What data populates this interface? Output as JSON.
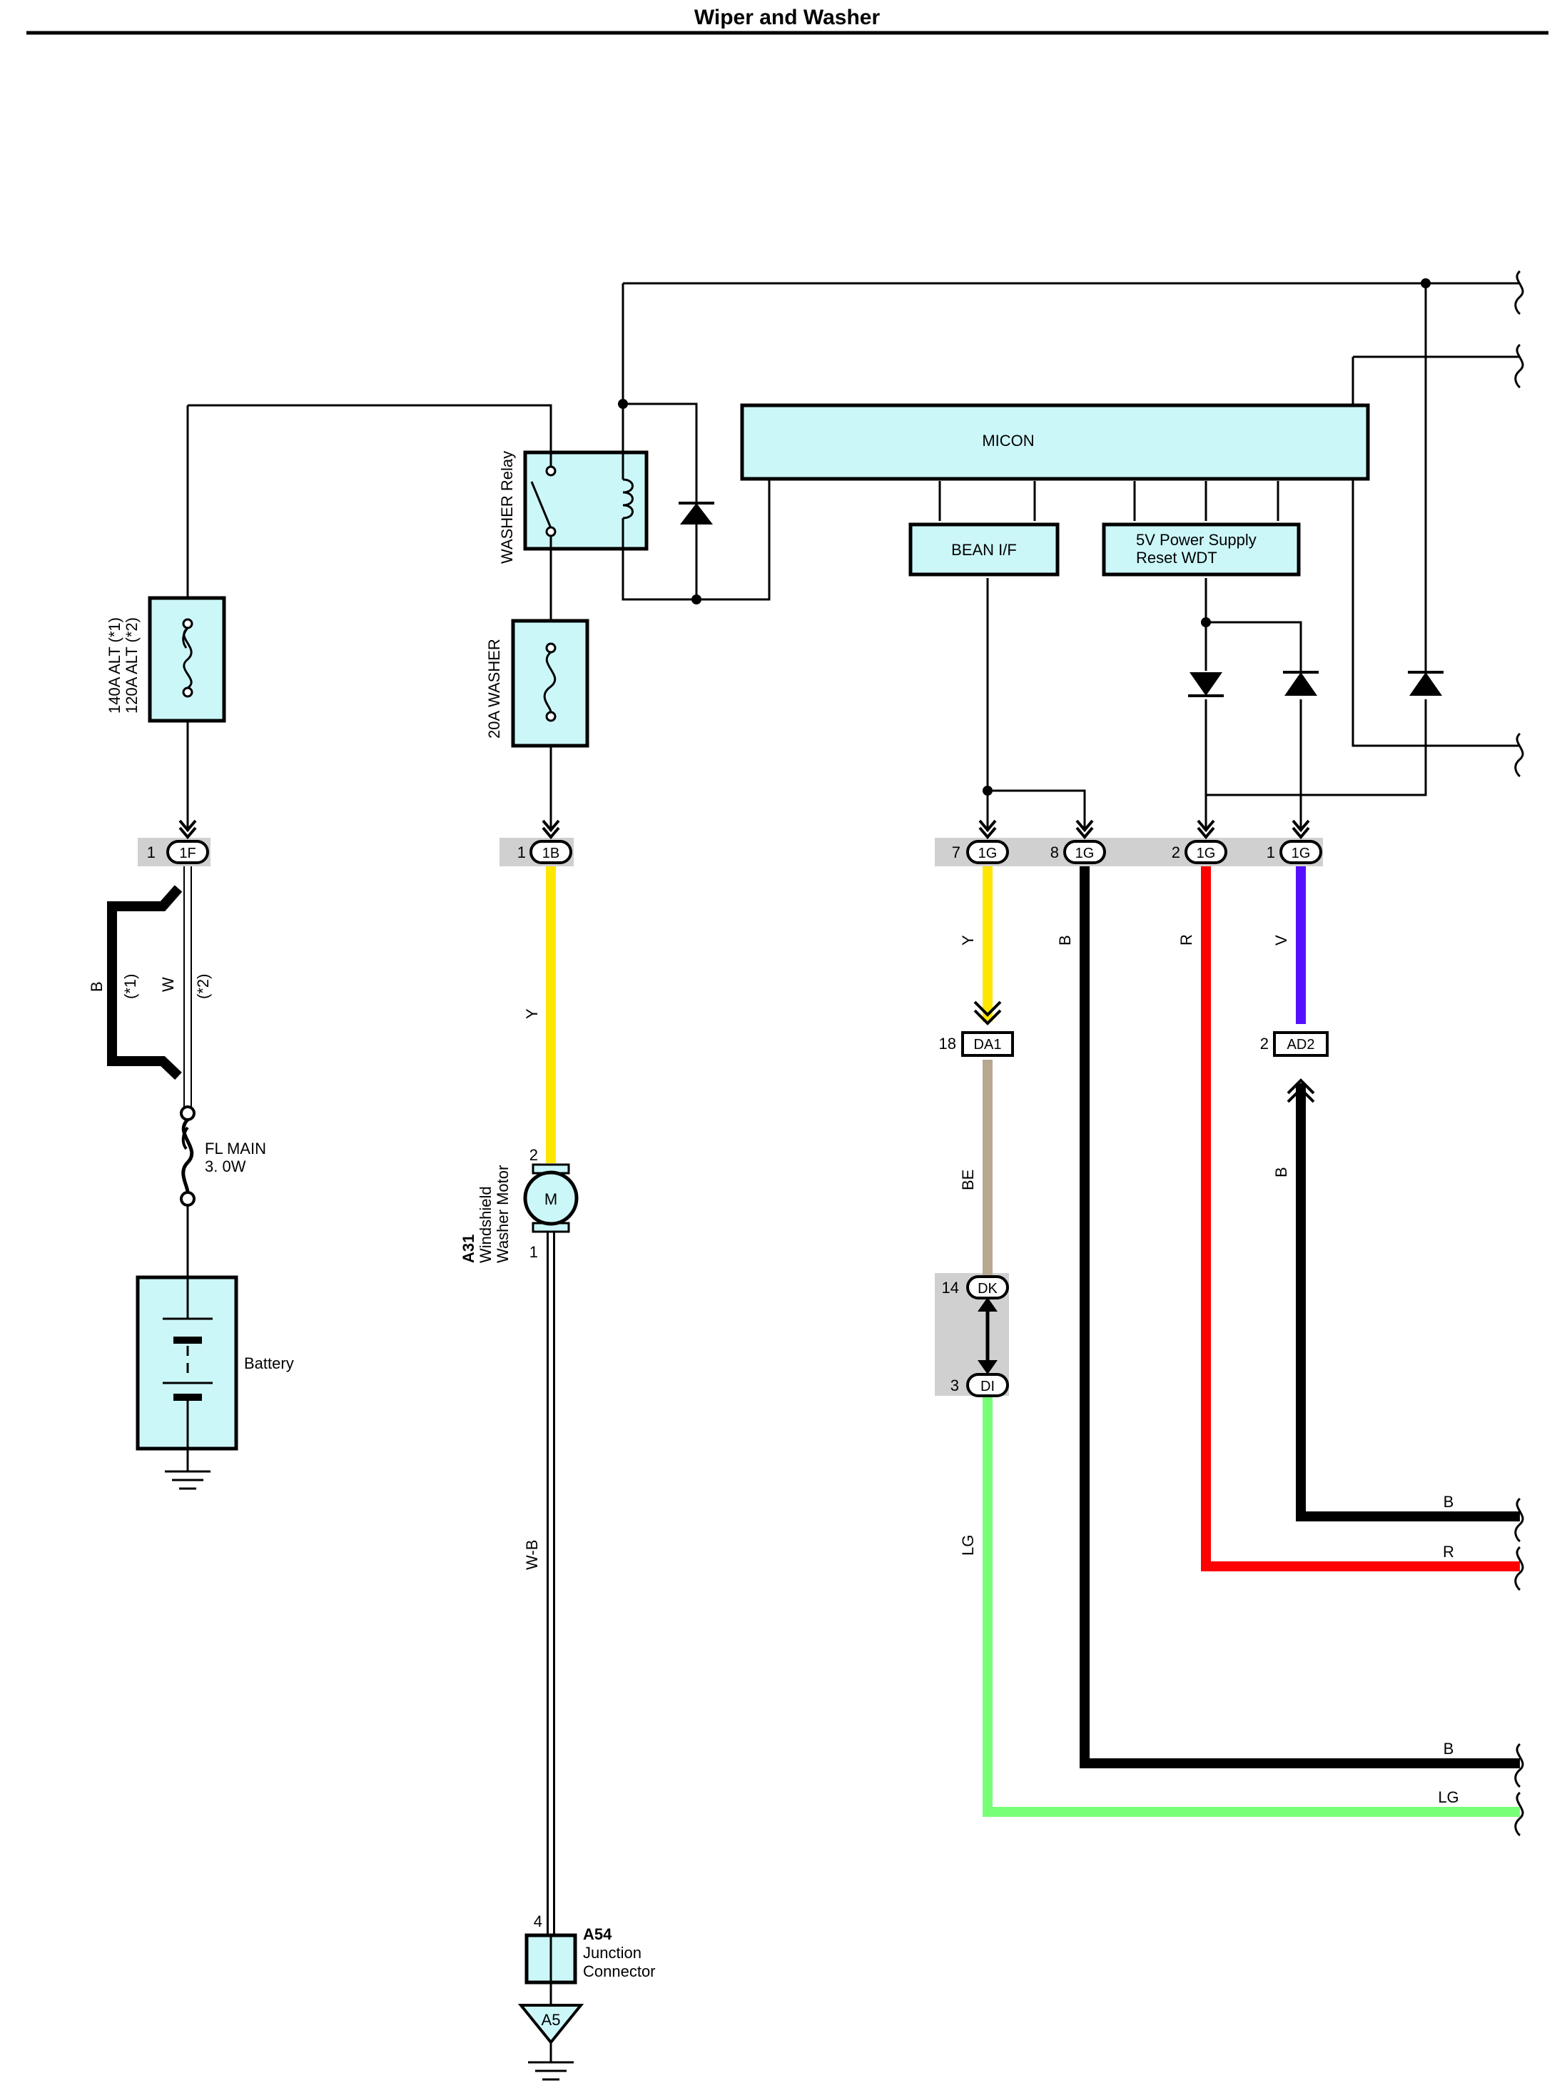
{
  "title": "Wiper and Washer",
  "components": {
    "micon": "MICON",
    "bean_if": "BEAN I/F",
    "power_supply_line1": "5V Power Supply",
    "power_supply_line2": "Reset WDT",
    "washer_relay": "WASHER Relay",
    "fuse_alt_line1": "140A ALT (*1)",
    "fuse_alt_line2": "120A ALT (*2)",
    "fuse_washer": "20A WASHER",
    "fl_main_line1": "FL MAIN",
    "fl_main_line2": "3. 0W",
    "battery": "Battery",
    "motor_symbol": "M",
    "motor_id": "A31",
    "motor_line1": "Windshield",
    "motor_line2": "Washer Motor",
    "junction_id": "A54",
    "junction_line1": "Junction",
    "junction_line2": "Connector",
    "ground_id": "A5"
  },
  "connectors": [
    {
      "pin": "1",
      "id": "1F"
    },
    {
      "pin": "1",
      "id": "1B"
    },
    {
      "pin": "7",
      "id": "1G"
    },
    {
      "pin": "8",
      "id": "1G"
    },
    {
      "pin": "2",
      "id": "1G"
    },
    {
      "pin": "1",
      "id": "1G"
    },
    {
      "pin": "18",
      "id": "DA1"
    },
    {
      "pin": "2",
      "id": "AD2"
    },
    {
      "pin": "14",
      "id": "DK"
    },
    {
      "pin": "3",
      "id": "DI"
    }
  ],
  "pins": {
    "motor_top": "2",
    "motor_bottom": "1",
    "junction_top": "4"
  },
  "wire_labels": {
    "alt_b": "B",
    "alt_b_note": "(*1)",
    "alt_w": "W",
    "alt_w_note": "(*2)",
    "washer_y": "Y",
    "motor_wb": "W-B",
    "bean_y": "Y",
    "bean_be": "BE",
    "bean_lg": "LG",
    "g8_b": "B",
    "g2_r": "R",
    "g1_v": "V",
    "ad2_b": "B",
    "out_b1": "B",
    "out_r": "R",
    "out_b2": "B",
    "out_lg": "LG"
  },
  "wire_colors": {
    "Y": "#ffe600",
    "B": "#000000",
    "R": "#ff0000",
    "V": "#5511ff",
    "BE": "#b8a890",
    "LG": "#77ff77",
    "W": "#ffffff",
    "box_fill": "#ccf7f8",
    "connector_bar": "#d0d0d0"
  }
}
